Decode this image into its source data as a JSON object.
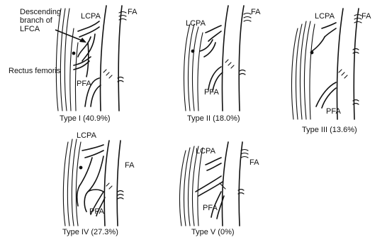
{
  "labels": {
    "descending_branch": [
      "Descending",
      "branch of",
      "LFCA"
    ],
    "rectus_femoris": "Rectus femoris",
    "lcpa": "LCPA",
    "fa": "FA",
    "pfa": "PFA"
  },
  "types": [
    {
      "caption": "Type I (40.9%)"
    },
    {
      "caption": "Type II (18.0%)"
    },
    {
      "caption": "Type III (13.6%)"
    },
    {
      "caption": "Type IV (27.3%)"
    },
    {
      "caption": "Type V (0%)"
    }
  ]
}
